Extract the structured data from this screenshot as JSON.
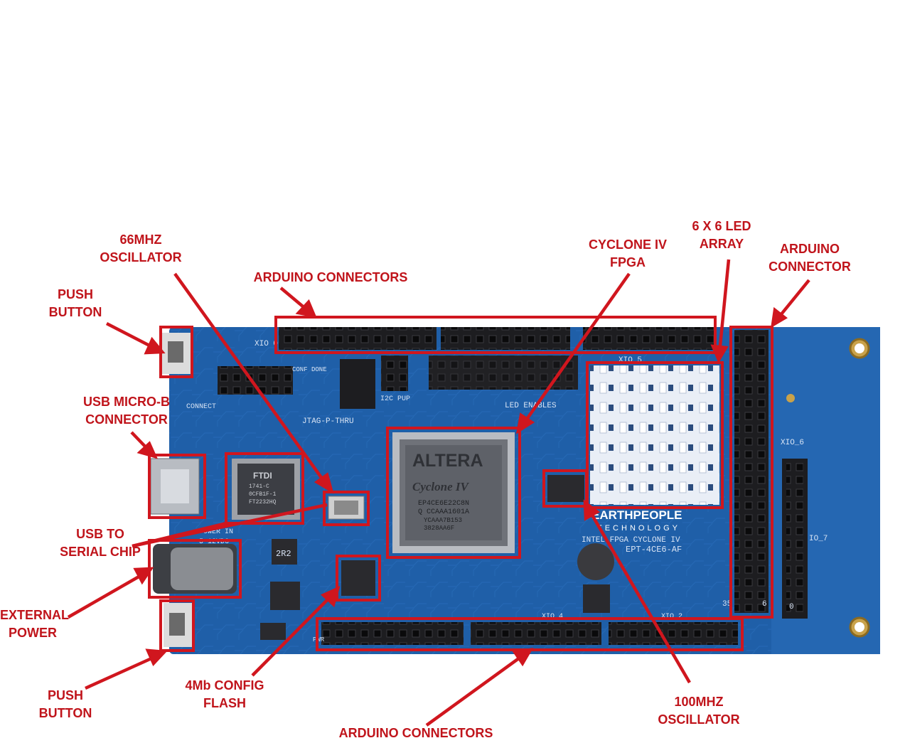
{
  "title": "",
  "board": {
    "silkscreen": {
      "xio0": "XIO 0",
      "xio5": "XIO 5",
      "xio6": "XIO_6",
      "xio7": "IO_7",
      "xio4": "XIO 4",
      "xio2": "XIO 2",
      "conf_done": "CONF DONE",
      "connect": "CONNECT",
      "jtag": "JTAG-P-THRU",
      "i2c_pup": "I2C PUP",
      "led_enables": "LED ENABLES",
      "power_in": "POWER IN",
      "power_v": "5-12VDC",
      "pwr": "PWR",
      "brand_line1": "EARTHPEOPLE",
      "brand_line2": "TECHNOLOGY",
      "brand_line3": "INTEL FPGA CYCLONE IV",
      "brand_line4": "EPT-4CE6-AF",
      "inductor": "2R2",
      "pin35": "35",
      "pin6": "6",
      "pin0": "0"
    },
    "fpga_chip": {
      "logo": "ALTERA",
      "family": "Cyclone IV",
      "part": "EP4CE6E22C8N",
      "line2": "Q CCAAA1601A",
      "line3": "YCAAA7B153",
      "line4": "3828AA6F"
    },
    "ftdi_chip": {
      "logo": "FTDI",
      "line1": "1741-C",
      "line2": "0CFB1F-1",
      "line3": "FT2232HQ"
    }
  },
  "labels": {
    "oscillator_66": [
      "66MHZ",
      "OSCILLATOR"
    ],
    "push_button_top": [
      "PUSH",
      "BUTTON"
    ],
    "arduino_connectors_top": [
      "ARDUINO CONNECTORS"
    ],
    "cyclone_fpga": [
      "CYCLONE IV",
      "FPGA"
    ],
    "led_array": [
      "6 X 6 LED",
      "ARRAY"
    ],
    "arduino_connector_right": [
      "ARDUINO",
      "CONNECTOR"
    ],
    "usb_micro_b": [
      "USB MICRO-B",
      "CONNECTOR"
    ],
    "usb_to_serial": [
      "USB TO",
      "SERIAL CHIP"
    ],
    "external_power": [
      "EXTERNAL",
      "POWER"
    ],
    "push_button_bottom": [
      "PUSH",
      "BUTTON"
    ],
    "config_flash": [
      "4Mb CONFIG",
      "FLASH"
    ],
    "arduino_connectors_bottom": [
      "ARDUINO CONNECTORS"
    ],
    "oscillator_100": [
      "100MHZ",
      "OSCILLATOR"
    ]
  },
  "colors": {
    "annotation_red": "#d0161e",
    "pcb_blue": "#1f5fa8",
    "pcb_dark": "#17467e",
    "header_black": "#1b1b1e"
  }
}
